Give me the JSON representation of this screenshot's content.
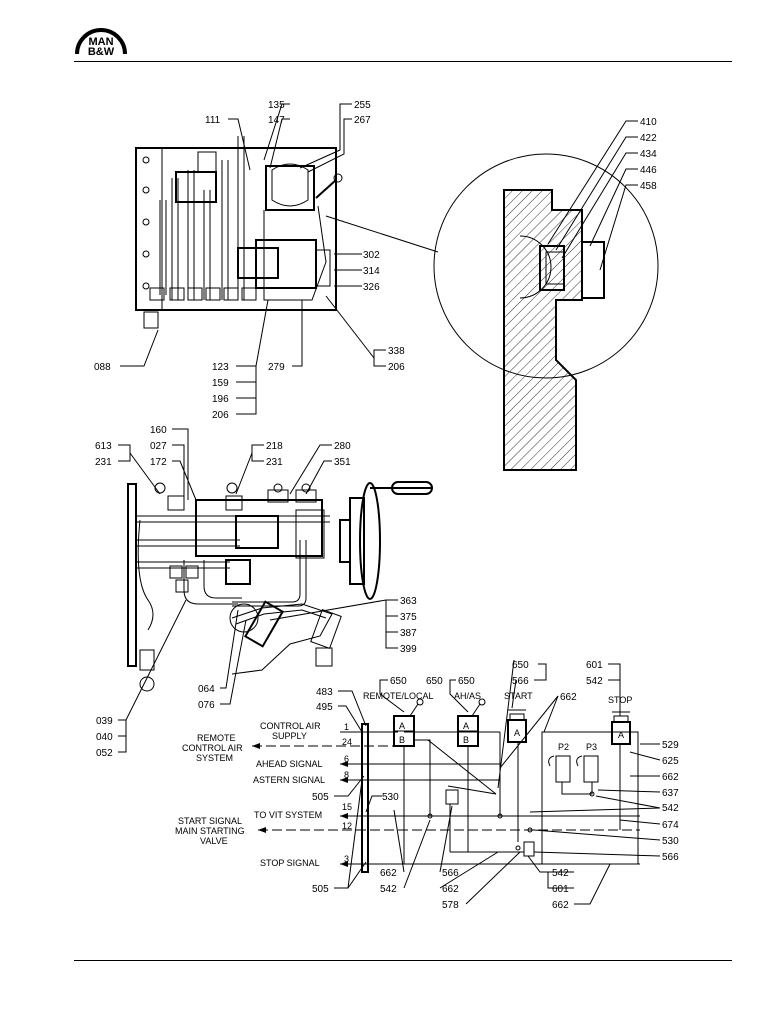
{
  "brand": {
    "line1": "MAN",
    "line2": "B&W"
  },
  "callouts": {
    "top_assembly": [
      "135",
      "147",
      "255",
      "267",
      "111",
      "302",
      "314",
      "326",
      "338",
      "206",
      "088",
      "123",
      "159",
      "196",
      "206",
      "279"
    ],
    "detail_circle": [
      "410",
      "422",
      "434",
      "446",
      "458"
    ],
    "mid_assembly": [
      "160",
      "027",
      "172",
      "613",
      "231",
      "218",
      "231",
      "280",
      "351",
      "363",
      "375",
      "387",
      "399",
      "064",
      "076",
      "039",
      "040",
      "052"
    ],
    "schematic": [
      "650",
      "566",
      "650",
      "601",
      "542",
      "483",
      "650",
      "650",
      "662",
      "495",
      "529",
      "625",
      "662",
      "637",
      "542",
      "674",
      "530",
      "566",
      "530",
      "505",
      "662",
      "542",
      "566",
      "662",
      "578",
      "542",
      "601",
      "662",
      "505"
    ]
  },
  "schematic_text": {
    "remote_local": "REMOTE/LOCAL",
    "ah_as": "AH/AS",
    "start": "START",
    "stop": "STOP",
    "control_air_supply_1": "CONTROL AIR",
    "control_air_supply_2": "SUPPLY",
    "remote_control_air_1": "REMOTE",
    "remote_control_air_2": "CONTROL AIR",
    "remote_control_air_3": "SYSTEM",
    "ahead_signal": "AHEAD SIGNAL",
    "astern_signal": "ASTERN SIGNAL",
    "to_vit_system": "TO VIT SYSTEM",
    "start_signal_1": "START SIGNAL",
    "start_signal_2": "MAIN STARTING",
    "start_signal_3": "VALVE",
    "stop_signal": "STOP SIGNAL",
    "p2": "P2",
    "p3": "P3",
    "terminals": [
      "1",
      "24",
      "6",
      "8",
      "15",
      "12",
      "3"
    ],
    "valve_letters": [
      "A",
      "B",
      "A",
      "B",
      "A",
      "A"
    ]
  }
}
